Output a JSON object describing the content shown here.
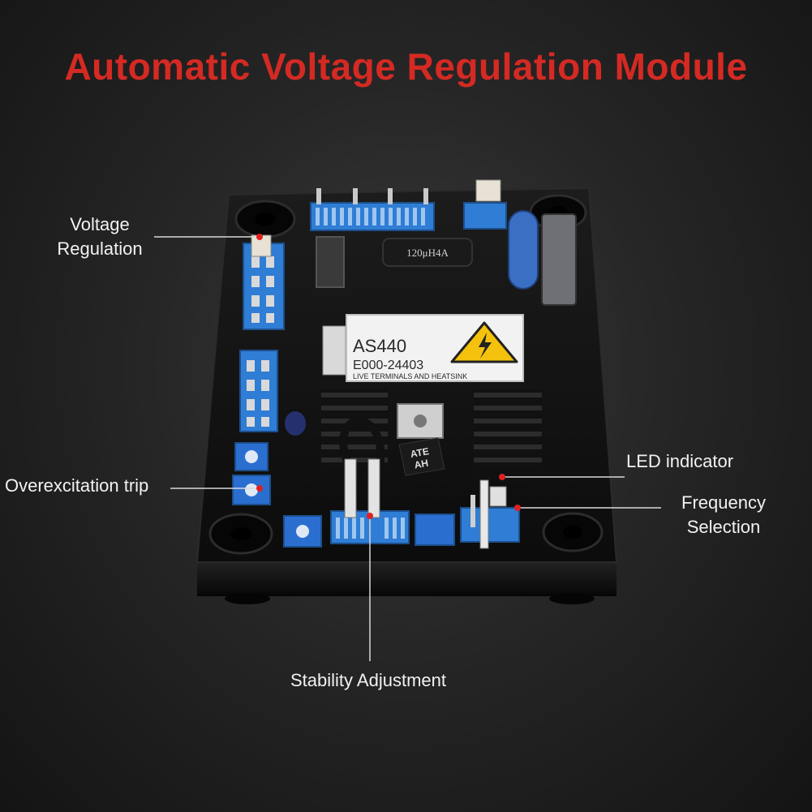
{
  "title": {
    "text": "Automatic Voltage Regulation Module"
  },
  "colors": {
    "title": "#d42a23",
    "marker": "#e02020",
    "leader_line": "#d8d8d8",
    "board": "#141414",
    "terminal_blue": "#2f7dd4",
    "label_white": "#ffffff",
    "warning_yellow": "#f4c20d"
  },
  "callouts": {
    "voltage_regulation": {
      "line1": "Voltage",
      "line2": "Regulation"
    },
    "overexcitation_trip": {
      "text": "Overexcitation trip"
    },
    "led_indicator": {
      "text": "LED indicator"
    },
    "frequency_selection": {
      "line1": "Frequency",
      "line2": "Selection"
    },
    "stability_adjustment": {
      "text": "Stability Adjustment"
    }
  },
  "product_label": {
    "model": "AS440",
    "part_number": "E000-24403",
    "warning": "LIVE TERMINALS AND HEATSINK",
    "icon": "high-voltage-warning-icon"
  },
  "components": {
    "inductor_marking": "120μH4A",
    "transistor_marking_1": "ATE",
    "transistor_marking_2": "AH"
  }
}
